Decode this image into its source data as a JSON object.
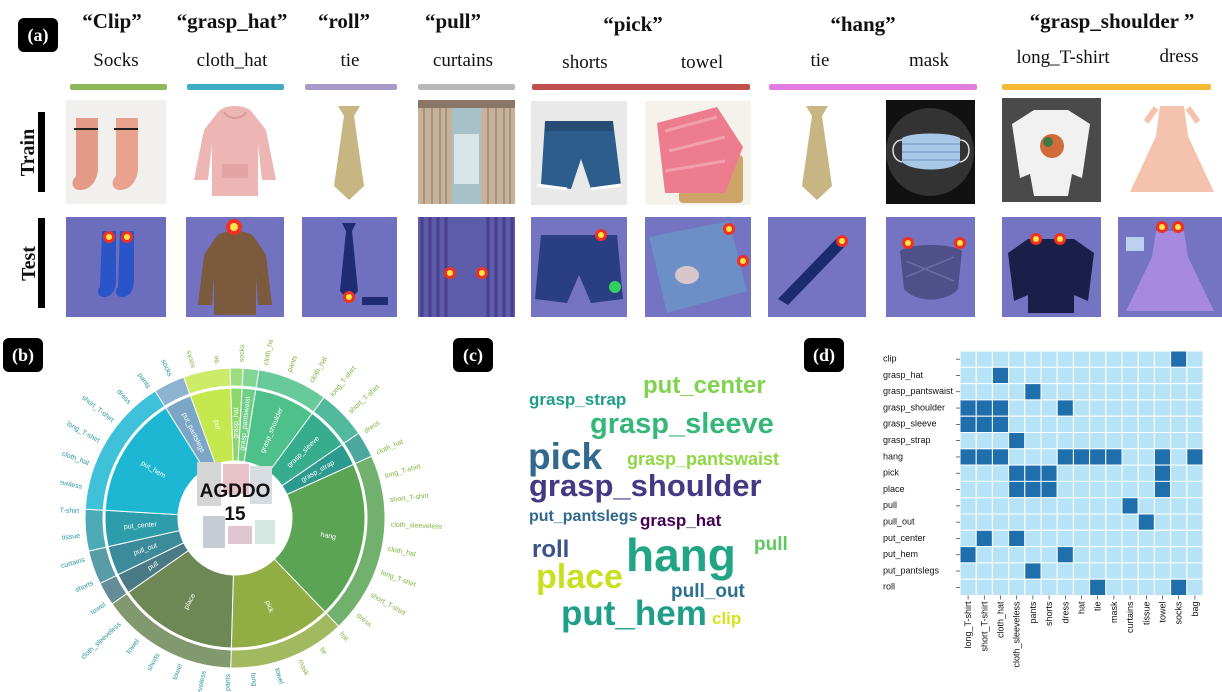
{
  "panel_a": {
    "label": "(a)",
    "actions": [
      {
        "verb": "“Clip”",
        "objects": [
          "Socks"
        ],
        "color": "#8db75b"
      },
      {
        "verb": "“grasp_hat”",
        "objects": [
          "cloth_hat"
        ],
        "color": "#3eacc2"
      },
      {
        "verb": "“roll”",
        "objects": [
          "tie"
        ],
        "color": "#a79ac6"
      },
      {
        "verb": "“pull”",
        "objects": [
          "curtains"
        ],
        "color": "#b8b8b8"
      },
      {
        "verb": "“pick”",
        "objects": [
          "shorts",
          "towel"
        ],
        "color": "#c0504d"
      },
      {
        "verb": "“hang”",
        "objects": [
          "tie",
          "mask"
        ],
        "color": "#e27be0"
      },
      {
        "verb": "“grasp_shoulder ”",
        "objects": [
          "long_T-shirt",
          "dress"
        ],
        "color": "#f6b935"
      }
    ],
    "row_labels": [
      "Train",
      "Test"
    ],
    "cells": [
      {
        "name": "socks",
        "train": "socks-pink",
        "test": "socks-blue"
      },
      {
        "name": "cloth-hat",
        "train": "hoodie-pink",
        "test": "jacket-brown"
      },
      {
        "name": "tie-roll",
        "train": "tie-beige",
        "test": "tie-navy"
      },
      {
        "name": "curtains",
        "train": "curtains-beige",
        "test": "curtains-purple"
      },
      {
        "name": "shorts",
        "train": "shorts-blue",
        "test": "shorts-dark"
      },
      {
        "name": "towel",
        "train": "towel-pink",
        "test": "towel-blue"
      },
      {
        "name": "tie-hang",
        "train": "tie-beige",
        "test": "tie-navy-2"
      },
      {
        "name": "mask",
        "train": "mask-blue",
        "test": "mask-grey"
      },
      {
        "name": "long-tshirt",
        "train": "tshirt-white",
        "test": "sweater-navy"
      },
      {
        "name": "dress",
        "train": "dress-peach",
        "test": "dress-purple"
      }
    ]
  },
  "panel_b": {
    "label": "(b)",
    "center_title": "AGDDO",
    "center_count": "15",
    "inner_sectors": [
      {
        "label": "put",
        "color": "#c5e84e"
      },
      {
        "label": "grasp_hat",
        "color": "#8bd86a"
      },
      {
        "label": "grasp_pantswaist",
        "color": "#6ccf84"
      },
      {
        "label": "grasp_shoulder",
        "color": "#4ec08a"
      },
      {
        "label": "grasp_sleeve",
        "color": "#36ad8d"
      },
      {
        "label": "grasp_strap",
        "color": "#2d9a8f"
      },
      {
        "label": "hang",
        "color": "#5aa454"
      },
      {
        "label": "pick",
        "color": "#92ad44"
      },
      {
        "label": "place",
        "color": "#6d8755"
      },
      {
        "label": "pull",
        "color": "#4a7a86"
      },
      {
        "label": "pull_out",
        "color": "#3b8b9a"
      },
      {
        "label": "put_center",
        "color": "#2e9dab"
      },
      {
        "label": "put_hem",
        "color": "#1eb7d3"
      },
      {
        "label": "put_pantslegs",
        "color": "#7ba6c6"
      }
    ],
    "outer_labels": [
      "socks",
      "tie",
      "socks",
      "cloth_hat",
      "pants",
      "cloth_hat",
      "long_T-shirt",
      "short_T-shirt",
      "dress",
      "cloth_hat",
      "long_T-shirt",
      "short_T-shirt",
      "cloth_sleeveless",
      "cloth_hat",
      "long_T-shirt",
      "short_T-shirt",
      "dress",
      "hat",
      "tie",
      "mask",
      "towel",
      "long",
      "pants",
      "cloth_sleeveless",
      "towel",
      "shorts",
      "towel",
      "cloth_sleeveless",
      "towel",
      "shorts",
      "curtains",
      "tissue",
      "short_T-shirt",
      "cloth_sleeveless",
      "cloth_hat",
      "long_T-shirt",
      "short_T-shirt",
      "dress",
      "pants",
      "socks"
    ]
  },
  "panel_c": {
    "label": "(c)",
    "words": [
      {
        "text": "put_center",
        "color": "#7fd34e"
      },
      {
        "text": "grasp_strap",
        "color": "#1f9e89"
      },
      {
        "text": "grasp_sleeve",
        "color": "#35b779"
      },
      {
        "text": "pick",
        "color": "#31688e"
      },
      {
        "text": "grasp_pantswaist",
        "color": "#8fd744"
      },
      {
        "text": "grasp_shoulder",
        "color": "#443983"
      },
      {
        "text": "put_pantslegs",
        "color": "#31688e"
      },
      {
        "text": "grasp_hat",
        "color": "#440154"
      },
      {
        "text": "roll",
        "color": "#3b528b"
      },
      {
        "text": "hang",
        "color": "#21a585"
      },
      {
        "text": "pull",
        "color": "#5ec962"
      },
      {
        "text": "place",
        "color": "#c8e020"
      },
      {
        "text": "pull_out",
        "color": "#2c728e"
      },
      {
        "text": "put_hem",
        "color": "#1f9e89"
      },
      {
        "text": "clip",
        "color": "#d8e219"
      }
    ]
  },
  "panel_d": {
    "label": "(d)",
    "chart_data": {
      "type": "heatmap",
      "rows": [
        "clip",
        "grasp_hat",
        "grasp_pantswaist",
        "grasp_shoulder",
        "grasp_sleeve",
        "grasp_strap",
        "hang",
        "pick",
        "place",
        "pull",
        "pull_out",
        "put_center",
        "put_hem",
        "put_pantslegs",
        "roll"
      ],
      "columns": [
        "long_T-shirt",
        "short_T-shirt",
        "cloth_hat",
        "cloth_sleeveless",
        "pants",
        "shorts",
        "dress",
        "hat",
        "tie",
        "mask",
        "curtains",
        "tissue",
        "towel",
        "socks",
        "bag"
      ],
      "values": [
        [
          0,
          0,
          0,
          0,
          0,
          0,
          0,
          0,
          0,
          0,
          0,
          0,
          0,
          1,
          0
        ],
        [
          0,
          0,
          1,
          0,
          0,
          0,
          0,
          0,
          0,
          0,
          0,
          0,
          0,
          0,
          0
        ],
        [
          0,
          0,
          0,
          0,
          1,
          0,
          0,
          0,
          0,
          0,
          0,
          0,
          0,
          0,
          0
        ],
        [
          1,
          1,
          1,
          0,
          0,
          0,
          1,
          0,
          0,
          0,
          0,
          0,
          0,
          0,
          0
        ],
        [
          1,
          1,
          1,
          0,
          0,
          0,
          0,
          0,
          0,
          0,
          0,
          0,
          0,
          0,
          0
        ],
        [
          0,
          0,
          0,
          1,
          0,
          0,
          0,
          0,
          0,
          0,
          0,
          0,
          0,
          0,
          0
        ],
        [
          1,
          1,
          1,
          0,
          0,
          0,
          1,
          1,
          1,
          1,
          0,
          0,
          1,
          0,
          1
        ],
        [
          0,
          0,
          0,
          1,
          1,
          1,
          0,
          0,
          0,
          0,
          0,
          0,
          1,
          0,
          0
        ],
        [
          0,
          0,
          0,
          1,
          1,
          1,
          0,
          0,
          0,
          0,
          0,
          0,
          1,
          0,
          0
        ],
        [
          0,
          0,
          0,
          0,
          0,
          0,
          0,
          0,
          0,
          0,
          1,
          0,
          0,
          0,
          0
        ],
        [
          0,
          0,
          0,
          0,
          0,
          0,
          0,
          0,
          0,
          0,
          0,
          1,
          0,
          0,
          0
        ],
        [
          0,
          1,
          0,
          1,
          0,
          0,
          0,
          0,
          0,
          0,
          0,
          0,
          0,
          0,
          0
        ],
        [
          1,
          0,
          0,
          0,
          0,
          0,
          1,
          0,
          0,
          0,
          0,
          0,
          0,
          0,
          0
        ],
        [
          0,
          0,
          0,
          0,
          1,
          0,
          0,
          0,
          0,
          0,
          0,
          0,
          0,
          0,
          0
        ],
        [
          0,
          0,
          0,
          0,
          0,
          0,
          0,
          0,
          1,
          0,
          0,
          0,
          0,
          1,
          0
        ]
      ],
      "colors": {
        "off": "#b7e3f7",
        "on": "#1f6fad",
        "grid": "#ffffff"
      }
    }
  }
}
